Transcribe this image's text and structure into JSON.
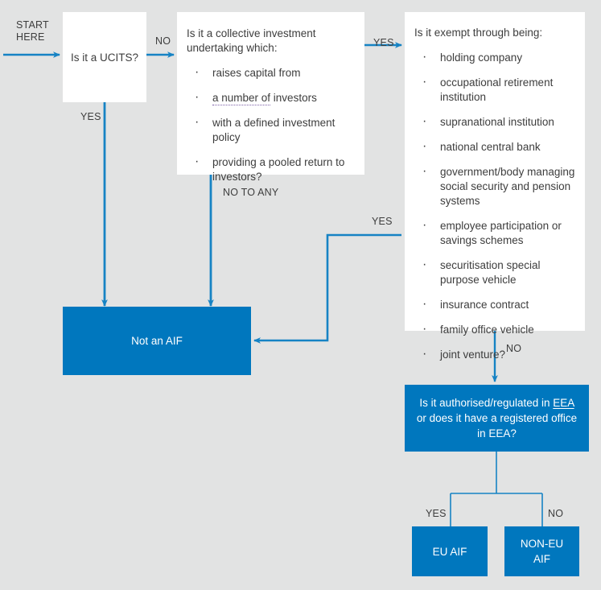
{
  "meta": {
    "colors": {
      "background": "#e2e3e3",
      "accent_blue": "#0077be",
      "connector_blue": "#1683c4",
      "box_white": "#ffffff",
      "text_dark": "#3d3d3d",
      "link_dotted": "#7b5ea7"
    }
  },
  "start": {
    "label": "START\nHERE"
  },
  "nodes": {
    "ucits": {
      "text": "Is it a UCITS?"
    },
    "collective": {
      "title": "Is it a collective investment undertaking which:",
      "bullets": [
        {
          "pre": "raises capital from",
          "link": "",
          "post": ""
        },
        {
          "pre": "",
          "link": "a number of",
          "post": " investors"
        },
        {
          "pre": "with a defined investment policy",
          "link": "",
          "post": ""
        },
        {
          "pre": "providing a pooled return to investors?",
          "link": "",
          "post": ""
        }
      ]
    },
    "exempt": {
      "title": "Is it exempt through being:",
      "bullets": [
        "holding company",
        "occupational retirement institution",
        "supranational institution",
        "national central bank",
        "government/body managing social security and pension systems",
        "employee participation or savings schemes",
        "securitisation special purpose vehicle",
        "insurance contract",
        "family office vehicle",
        "joint venture?"
      ]
    },
    "not_an_aif": {
      "text": "Not an AIF"
    },
    "eea": {
      "pre": "Is it authorised/regulated in ",
      "link": "EEA",
      "post": " or does it have a registered office in EEA?"
    },
    "eu_aif": {
      "text": "EU AIF"
    },
    "non_eu_aif": {
      "text": "NON-EU AIF"
    }
  },
  "edge_labels": {
    "ucits_no": "NO",
    "ucits_yes": "YES",
    "collective_yes": "YES",
    "collective_no_to_any": "NO TO ANY",
    "exempt_yes": "YES",
    "exempt_no": "NO",
    "eea_yes": "YES",
    "eea_no": "NO"
  }
}
